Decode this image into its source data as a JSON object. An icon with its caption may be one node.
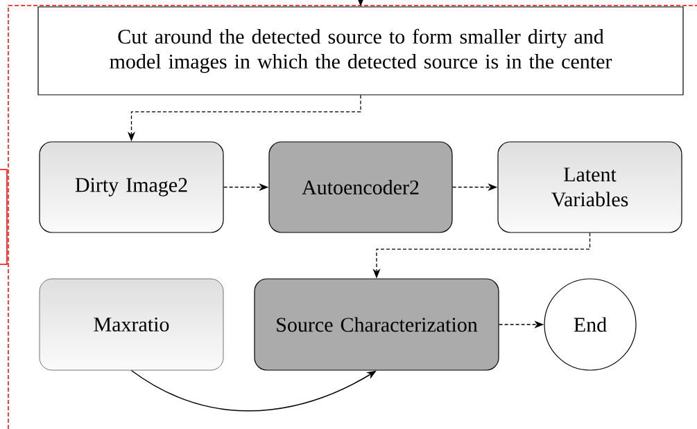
{
  "diagram": {
    "nodes": [
      {
        "text": [
          "Cut around the detected source to form smaller dirty and model images in which the detected source is in the center"
        ]
      },
      {
        "text": [
          "Dirty Image2"
        ]
      },
      {
        "text": [
          "Autoencoder2"
        ]
      },
      {
        "text": [
          "Latent Variables"
        ]
      },
      {
        "text": [
          "Maxratio"
        ]
      },
      {
        "text": [
          "Source Characterization"
        ]
      },
      {
        "text": [
          "End"
        ]
      }
    ],
    "edges": [
      {
        "from": null,
        "to": 0,
        "arrow": "to"
      },
      {
        "from": 0,
        "to": 1,
        "arrow": "to",
        "style": "dashed"
      },
      {
        "from": 1,
        "to": 2,
        "arrow": "to",
        "style": "dashed"
      },
      {
        "from": 2,
        "to": 3,
        "arrow": "to",
        "style": "dashed"
      },
      {
        "from": 3,
        "to": 5,
        "arrow": "to",
        "style": "dashed"
      },
      {
        "from": 5,
        "to": 6,
        "arrow": "to",
        "style": "dashed"
      },
      {
        "from": 4,
        "to": 5,
        "arrow": "to"
      }
    ]
  }
}
